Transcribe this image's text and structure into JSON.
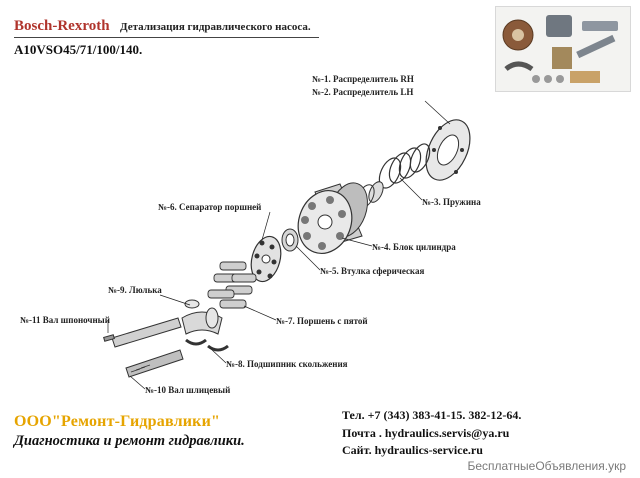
{
  "header": {
    "brand": "Bosch-Rexroth",
    "title": "Детализация гидравлического насоса.",
    "model": "A10VSO45/71/100/140."
  },
  "parts": {
    "p1": "№-1. Распределитель RH",
    "p2": "№-2. Распределитель LH",
    "p3": "№-3. Пружина",
    "p4": "№-4. Блок цилиндра",
    "p5": "№-5. Втулка сферическая",
    "p6": "№-6. Сепаратор поршней",
    "p7": "№-7. Поршень с пятой",
    "p8": "№-8. Подшипник скольжения",
    "p9": "№-9. Люлька",
    "p10": "№-10 Вал шлицевый",
    "p11": "№-11 Вал шпоночный"
  },
  "footer": {
    "company": "ООО\"Ремонт-Гидравлики\"",
    "tagline": "Диагностика и ремонт гидравлики.",
    "phone": "Тел. +7 (343) 383-41-15. 382-12-64.",
    "email": "Почта . hydraulics.servis@ya.ru",
    "site": "Сайт. hydraulics-service.ru"
  },
  "watermark": "БесплатныеОбъявления.укр",
  "colors": {
    "brand": "#b0342c",
    "company": "#e6a400"
  }
}
